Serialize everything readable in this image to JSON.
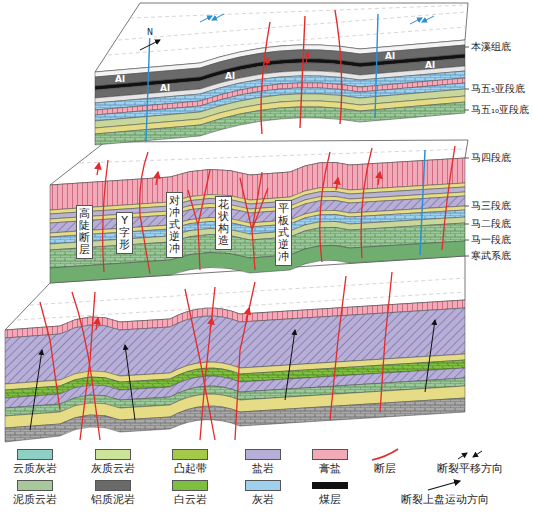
{
  "diagram": {
    "nodes": [
      {
        "text": [
          "高陡断层"
        ]
      },
      {
        "text": [
          "Y字形"
        ]
      },
      {
        "text": [
          "对冲式逆冲"
        ]
      },
      {
        "text": [
          "花状构造"
        ]
      },
      {
        "text": [
          "平板式逆冲"
        ]
      }
    ],
    "labels": [
      "N",
      "本溪组底",
      "Al",
      "Al",
      "Al",
      "Al",
      "Al",
      "马五₅亚段底",
      "马五₁₀亚段底",
      "马四段底",
      "马三段底",
      "马二段底",
      "马一段底",
      "寒武系底"
    ],
    "legend": [
      {
        "text": "云质灰岩",
        "color": "#8fd0c4"
      },
      {
        "text": "灰质云岩",
        "color": "#cde39a"
      },
      {
        "text": "凸起带",
        "color": "#a5c94a"
      },
      {
        "text": "盐岩",
        "color": "#b7afd8"
      },
      {
        "text": "膏盐",
        "color": "#f2a9b8"
      },
      {
        "text": "断层"
      },
      {
        "text": "断裂平移方向"
      },
      {
        "text": "泥质云岩",
        "color": "#a7c89a"
      },
      {
        "text": "铝质泥岩",
        "color": "#6a6a6a"
      },
      {
        "text": "白云岩",
        "color": "#7fbf3f"
      },
      {
        "text": "灰岩",
        "color": "#9fd0ee"
      },
      {
        "text": "煤层"
      },
      {
        "text": "断裂上盘运动方向"
      }
    ]
  }
}
